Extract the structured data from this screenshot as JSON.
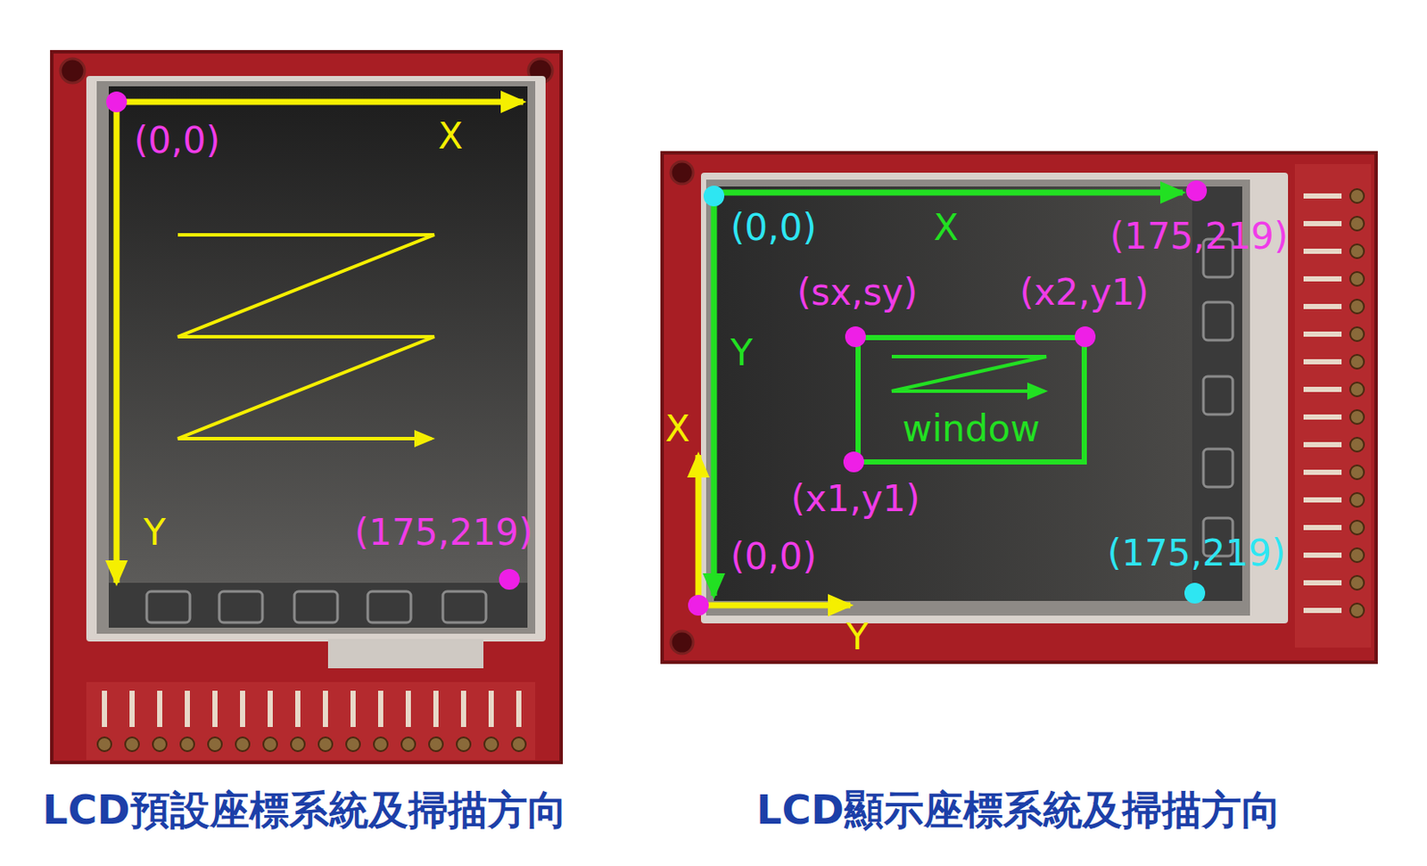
{
  "diagram": {
    "nodes": [
      {
        "text": [
          "window"
        ]
      }
    ],
    "labels": [
      "(0,0)",
      "X",
      "Y",
      "(175,219)",
      "(0,0)",
      "X",
      "(175,219)",
      "(sx,sy)",
      "(x2,y1)",
      "Y",
      "X",
      "(x1,y1)",
      "(0,0)",
      "(175,219)",
      "Y",
      "LCD預設座標系統及掃描方向",
      "LCD顯示座標系統及掃描方向"
    ]
  }
}
